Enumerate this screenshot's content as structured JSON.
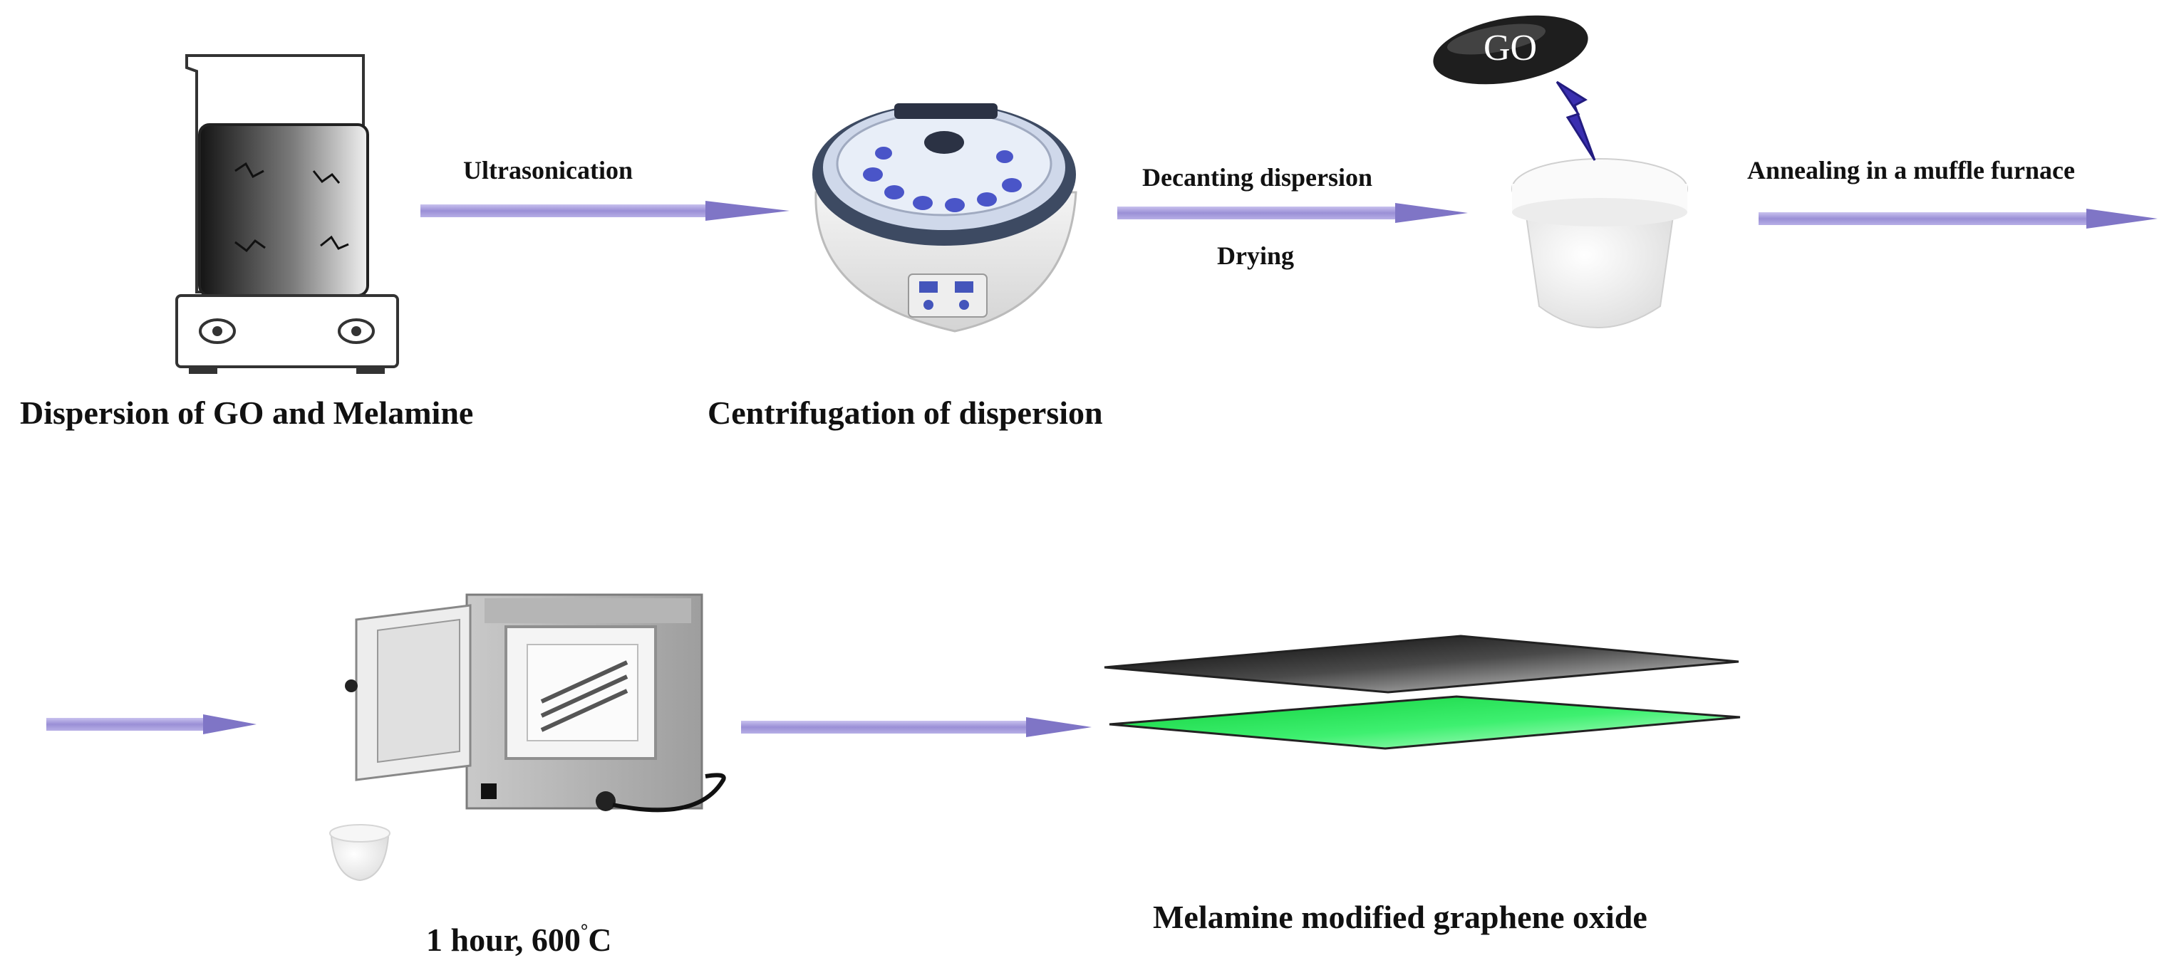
{
  "steps": {
    "dispersion": "Dispersion of GO and Melamine",
    "centrifugation": "Centrifugation of dispersion",
    "product": "Melamine modified graphene oxide"
  },
  "arrows": {
    "ultrasonication": "Ultrasonication",
    "decanting": "Decanting dispersion",
    "drying": "Drying",
    "annealing": "Annealing in a muffle furnace"
  },
  "go_label": "GO",
  "conditions": {
    "time": "1 hour, 600",
    "unit_degree": "°",
    "unit_c": "C"
  },
  "colors": {
    "arrow": "#9a8fd6",
    "arrow_head": "#7f75c6",
    "graphene_top": "#1a1a1a",
    "graphene_bottom": "#22e050",
    "bolt": "#3a2fb0"
  }
}
